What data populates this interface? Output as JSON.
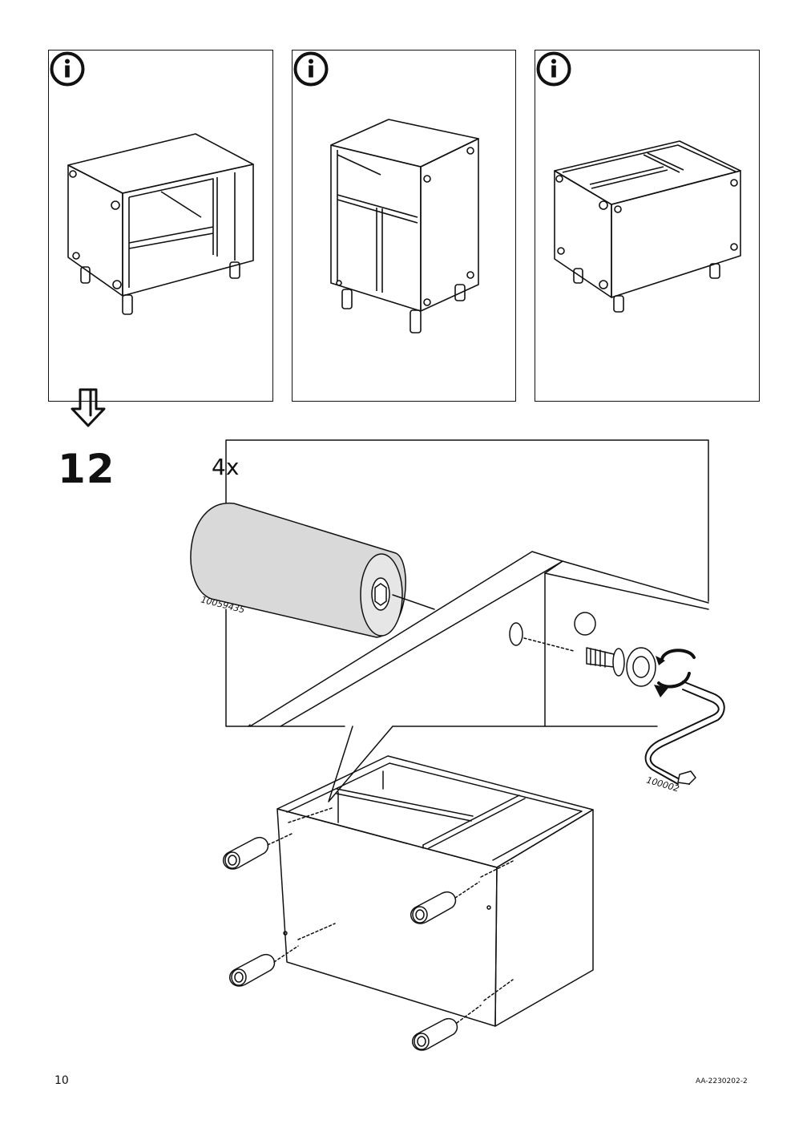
{
  "info_panels": [
    {
      "icon": "info-icon",
      "label": "i"
    },
    {
      "icon": "info-icon",
      "label": "i"
    },
    {
      "icon": "info-icon",
      "label": "i"
    }
  ],
  "step": {
    "number": "12",
    "quantity": "4x",
    "part_leg": "10059435",
    "part_key": "100002"
  },
  "footer": {
    "page_number": "10",
    "document_code": "AA-2230202-2"
  }
}
